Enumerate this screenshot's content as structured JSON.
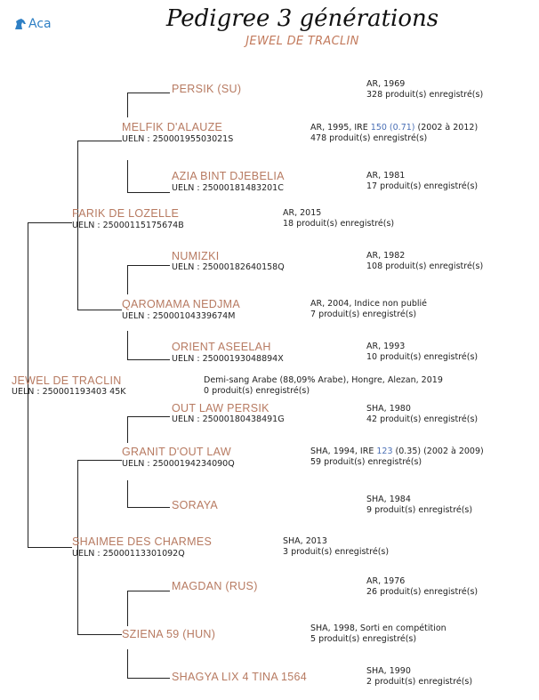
{
  "header": {
    "logo_text": "Aca",
    "title": "Pedigree 3 générations",
    "subject": "JEWEL DE TRACLIN"
  },
  "horses": {
    "subject": {
      "name": "JEWEL DE TRACLIN",
      "ueln": "UELN : 250001193403 45K",
      "info1": "Demi-sang Arabe (88,09% Arabe), Hongre, Alezan, 2019",
      "info2": "0 produit(s) enregistré(s)"
    },
    "sire": {
      "name": "FARIK DE LOZELLE",
      "ueln": "UELN : 25000115175674B",
      "info1": "AR, 2015",
      "info2": "18 produit(s) enregistré(s)"
    },
    "sire_sire": {
      "name": "MELFIK D'ALAUZE",
      "ueln": "UELN : 25000195503021S",
      "info1_a": "AR, 1995, IRE ",
      "info1_ire": "150 (0.71)",
      "info1_b": " (2002 à 2012)",
      "info2": "478 produit(s) enregistré(s)"
    },
    "sire_sire_sire": {
      "name": "PERSIK (SU)",
      "info1": "AR, 1969",
      "info2": "328 produit(s) enregistré(s)"
    },
    "sire_sire_dam": {
      "name": "AZIA BINT DJEBELIA",
      "ueln": "UELN : 25000181483201C",
      "info1": "AR, 1981",
      "info2": "17 produit(s) enregistré(s)"
    },
    "sire_dam": {
      "name": "QAROMAMA NEDJMA",
      "ueln": "UELN : 25000104339674M",
      "info1": "AR, 2004, Indice non publié",
      "info2": "7 produit(s) enregistré(s)"
    },
    "sire_dam_sire": {
      "name": "NUMIZKI",
      "ueln": "UELN : 25000182640158Q",
      "info1": "AR, 1982",
      "info2": "108 produit(s) enregistré(s)"
    },
    "sire_dam_dam": {
      "name": "ORIENT ASEELAH",
      "ueln": "UELN : 25000193048894X",
      "info1": "AR, 1993",
      "info2": "10 produit(s) enregistré(s)"
    },
    "dam": {
      "name": "SHAIMEE DES CHARMES",
      "ueln": "UELN : 25000113301092Q",
      "info1": "SHA, 2013",
      "info2": "3 produit(s) enregistré(s)"
    },
    "dam_sire": {
      "name": "GRANIT D'OUT LAW",
      "ueln": "UELN : 25000194234090Q",
      "info1_a": "SHA, 1994, IRE ",
      "info1_ire": "123",
      "info1_b": " (0.35) (2002 à 2009)",
      "info2": "59 produit(s) enregistré(s)"
    },
    "dam_sire_sire": {
      "name": "OUT LAW PERSIK",
      "ueln": "UELN : 25000180438491G",
      "info1": "SHA, 1980",
      "info2": "42 produit(s) enregistré(s)"
    },
    "dam_sire_dam": {
      "name": "SORAYA",
      "info1": "SHA, 1984",
      "info2": "9 produit(s) enregistré(s)"
    },
    "dam_dam": {
      "name": "SZIENA 59 (HUN)",
      "info1": "SHA, 1998, Sorti en compétition",
      "info2": "5 produit(s) enregistré(s)"
    },
    "dam_dam_sire": {
      "name": "MAGDAN (RUS)",
      "info1": "AR, 1976",
      "info2": "26 produit(s) enregistré(s)"
    },
    "dam_dam_dam": {
      "name": "SHAGYA LIX 4 TINA 1564",
      "info1": "SHA, 1990",
      "info2": "2 produit(s) enregistré(s)"
    }
  }
}
